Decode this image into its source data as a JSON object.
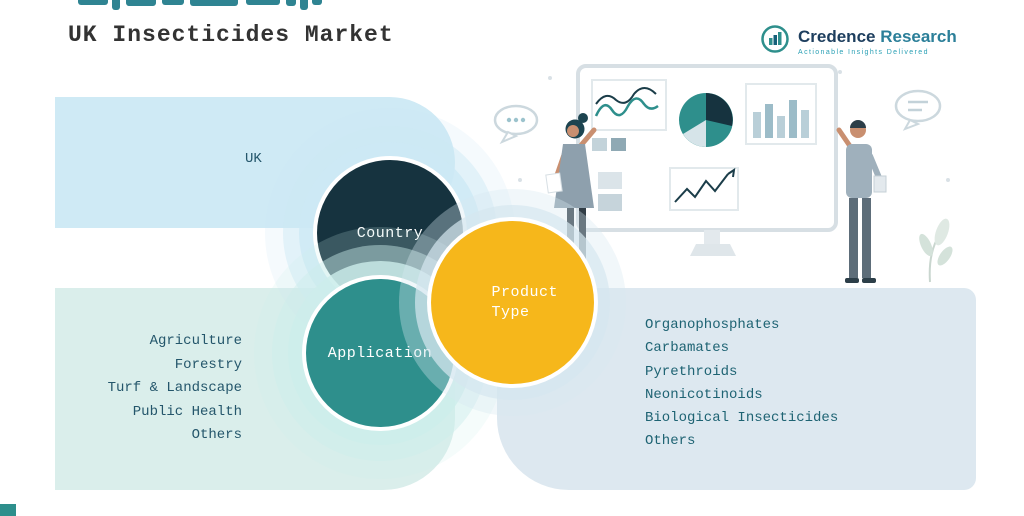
{
  "page": {
    "title": "UK Insecticides Market"
  },
  "logo": {
    "brand_primary": "Credence",
    "brand_secondary": " Research",
    "tagline": "Actionable Insights Delivered"
  },
  "colors": {
    "country_circle": "#16333f",
    "application_circle": "#2e8f8c",
    "product_type_circle": "#f6b71b",
    "country_panel": "#cfeaf5",
    "application_panel": "#daeeeb",
    "product_panel": "#dde8f0",
    "accent_teal": "#2f8492"
  },
  "segments": {
    "country": {
      "label": "Country",
      "items": [
        "UK"
      ]
    },
    "application": {
      "label": "Application",
      "items": [
        "Agriculture",
        "Forestry",
        "Turf & Landscape",
        "Public Health",
        "Others"
      ]
    },
    "product_type": {
      "label": "Product Type",
      "items": [
        "Organophosphates",
        "Carbamates",
        "Pyrethroids",
        "Neonicotinoids",
        "Biological Insecticides",
        "Others"
      ]
    }
  }
}
